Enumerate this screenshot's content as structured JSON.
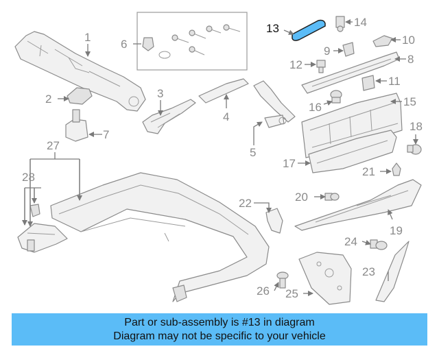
{
  "callouts": {
    "c1": "1",
    "c2": "2",
    "c3": "3",
    "c4": "4",
    "c5": "5",
    "c6": "6",
    "c7": "7",
    "c8": "8",
    "c9": "9",
    "c10": "10",
    "c11": "11",
    "c12": "12",
    "c13": "13",
    "c14": "14",
    "c15": "15",
    "c16": "16",
    "c17": "17",
    "c18": "18",
    "c19": "19",
    "c20": "20",
    "c21": "21",
    "c22": "22",
    "c23": "23",
    "c24": "24",
    "c25": "25",
    "c26": "26",
    "c27": "27",
    "c28": "28"
  },
  "highlighted_part": "13",
  "colors": {
    "highlight": "#5bbcf7",
    "line": "#8a8a8a",
    "text": "#111111"
  },
  "banner": {
    "line1": "Part or sub-assembly is #13 in diagram",
    "line2": "Diagram may not be specific to your vehicle"
  }
}
